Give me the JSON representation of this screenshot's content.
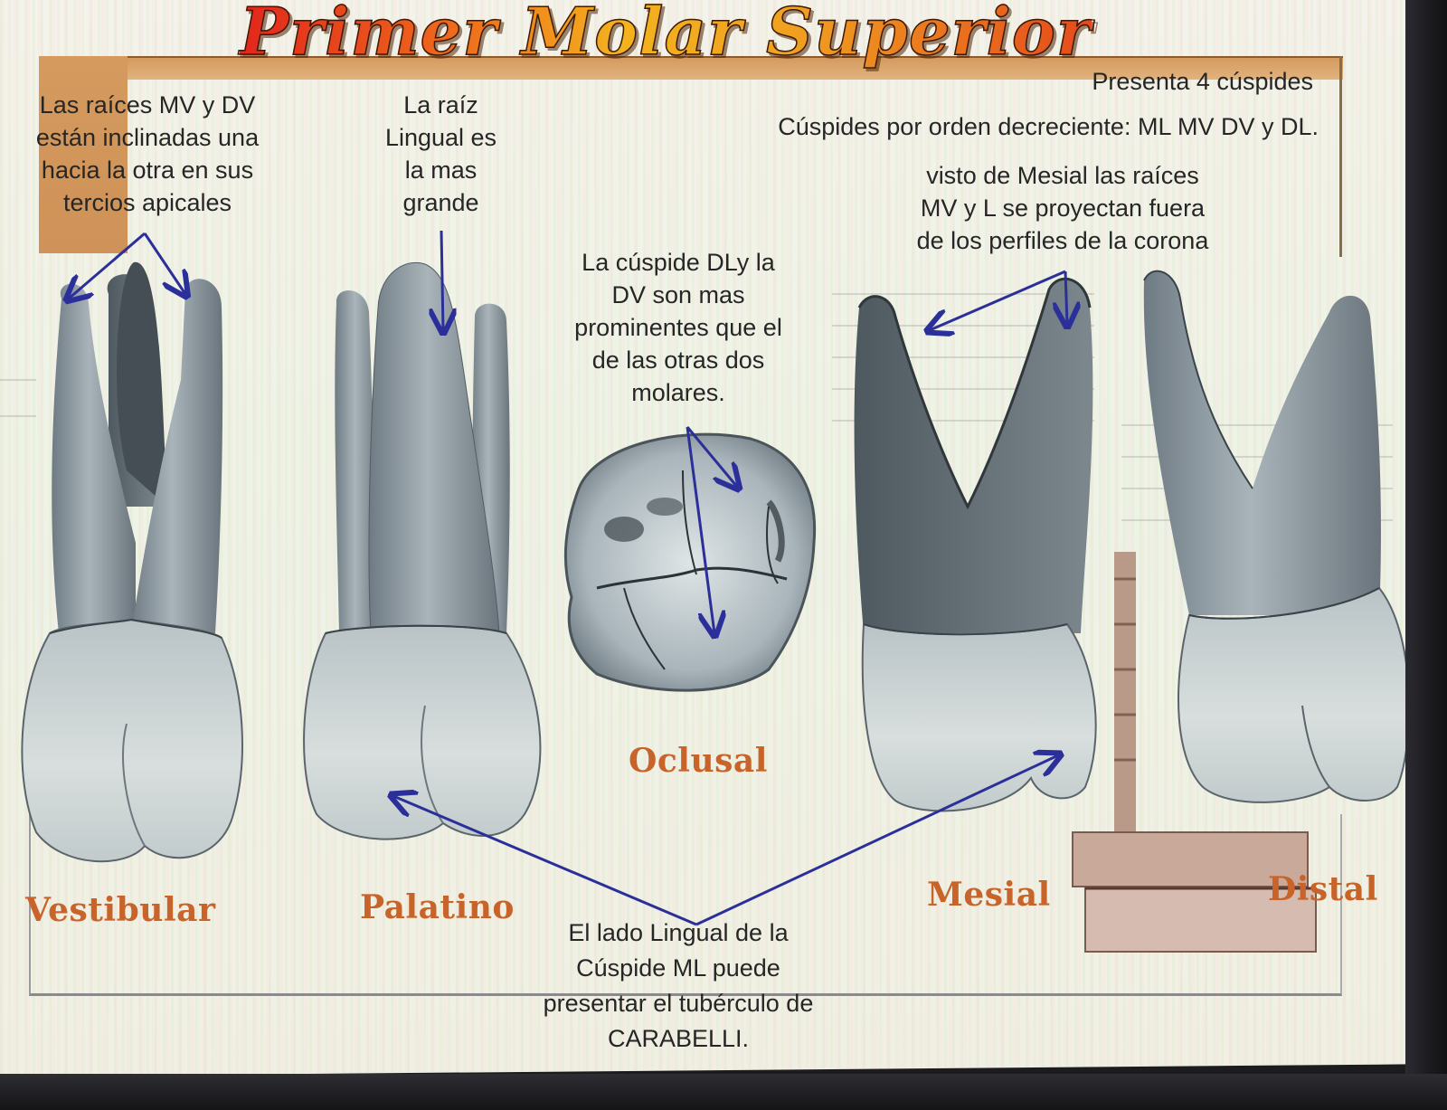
{
  "slide": {
    "title": "Primer Molar Superior",
    "colors": {
      "title_gradient": [
        "#e2261c",
        "#f3b21e",
        "#e54a1c"
      ],
      "frame_orange": "#d49a5e",
      "label_orange": "#c8642a",
      "arrow_blue": "#2b2f9a",
      "text": "#262626",
      "background": "#f2f1e8",
      "bezel": "#1c1c1e"
    }
  },
  "notes": {
    "cusp_count": "Presenta  4 cúspides",
    "cusp_order": "Cúspides  por  orden decreciente: ML  MV   DV  y  DL.",
    "roots_mv_dv": [
      "Las raíces MV y DV",
      "están inclinadas una",
      "hacia la otra en sus",
      "tercios  apicales"
    ],
    "lingual_root": [
      "La raíz",
      "Lingual es",
      "la mas",
      "grande"
    ],
    "dl_dv_cusps": [
      "La cúspide DLy la",
      "DV son mas",
      "prominentes que el",
      "de las otras  dos",
      "molares."
    ],
    "mesial_view": [
      "visto de Mesial las raíces",
      "MV y L se proyectan fuera",
      "de los perfiles de la corona"
    ],
    "carabelli": [
      "El lado Lingual de la",
      "Cúspide ML puede",
      "presentar el tubérculo de",
      "CARABELLI."
    ]
  },
  "views": [
    {
      "id": "vestibular",
      "label": "Vestibular"
    },
    {
      "id": "palatino",
      "label": "Palatino"
    },
    {
      "id": "oclusal",
      "label": "Oclusal"
    },
    {
      "id": "mesial",
      "label": "Mesial"
    },
    {
      "id": "distal",
      "label": "Distal"
    }
  ]
}
